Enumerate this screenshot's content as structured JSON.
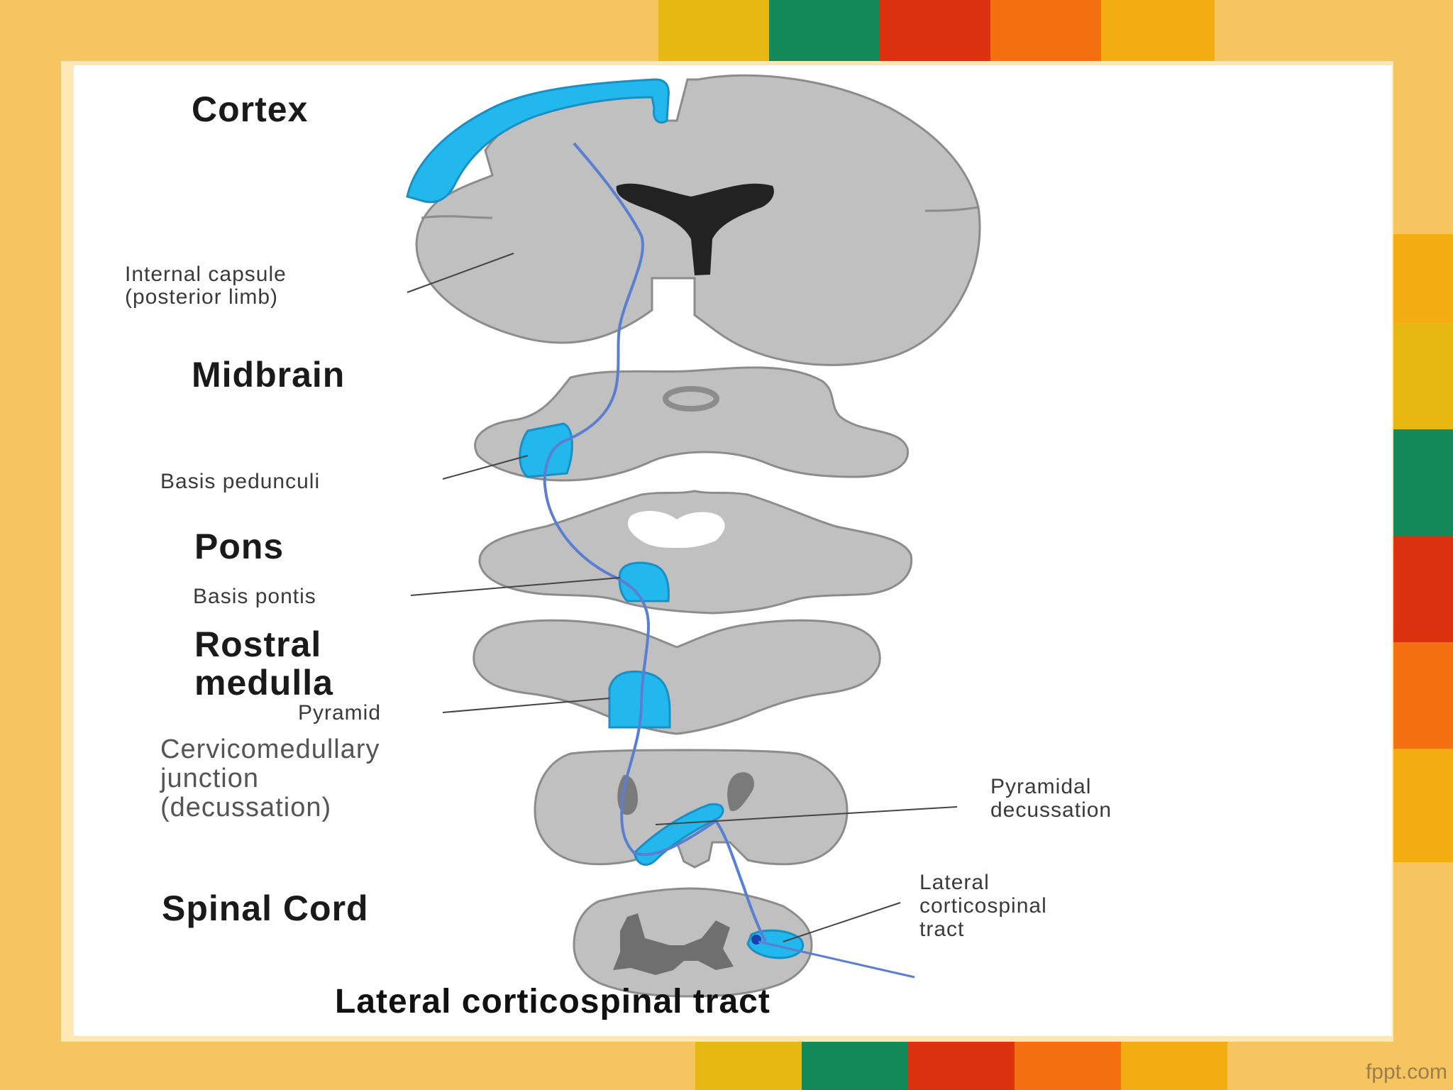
{
  "diagram": {
    "title": "Lateral corticospinal tract",
    "regions": {
      "cortex": "Cortex",
      "midbrain": "Midbrain",
      "pons": "Pons",
      "rostral_medulla_line1": "Rostral",
      "rostral_medulla_line2": "medulla",
      "spinal_cord": "Spinal Cord"
    },
    "structures": {
      "internal_capsule_line1": "Internal capsule",
      "internal_capsule_line2": "(posterior limb)",
      "basis_pedunculi": "Basis pedunculi",
      "basis_pontis": "Basis pontis",
      "pyramid": "Pyramid",
      "cmj_line1": "Cervicomedullary",
      "cmj_line2": "junction",
      "cmj_line3": "(decussation)",
      "pyr_decussation_line1": "Pyramidal",
      "pyr_decussation_line2": "decussation",
      "lateral_cst_line1": "Lateral",
      "lateral_cst_line2": "corticospinal",
      "lateral_cst_line3": "tract"
    },
    "colors": {
      "tissue": "#c0c0c0",
      "tract_fill": "#22b8ee",
      "tract_line": "#5b7fd0",
      "ventricle": "#222222"
    }
  },
  "footer": {
    "watermark": "fppt.com"
  }
}
